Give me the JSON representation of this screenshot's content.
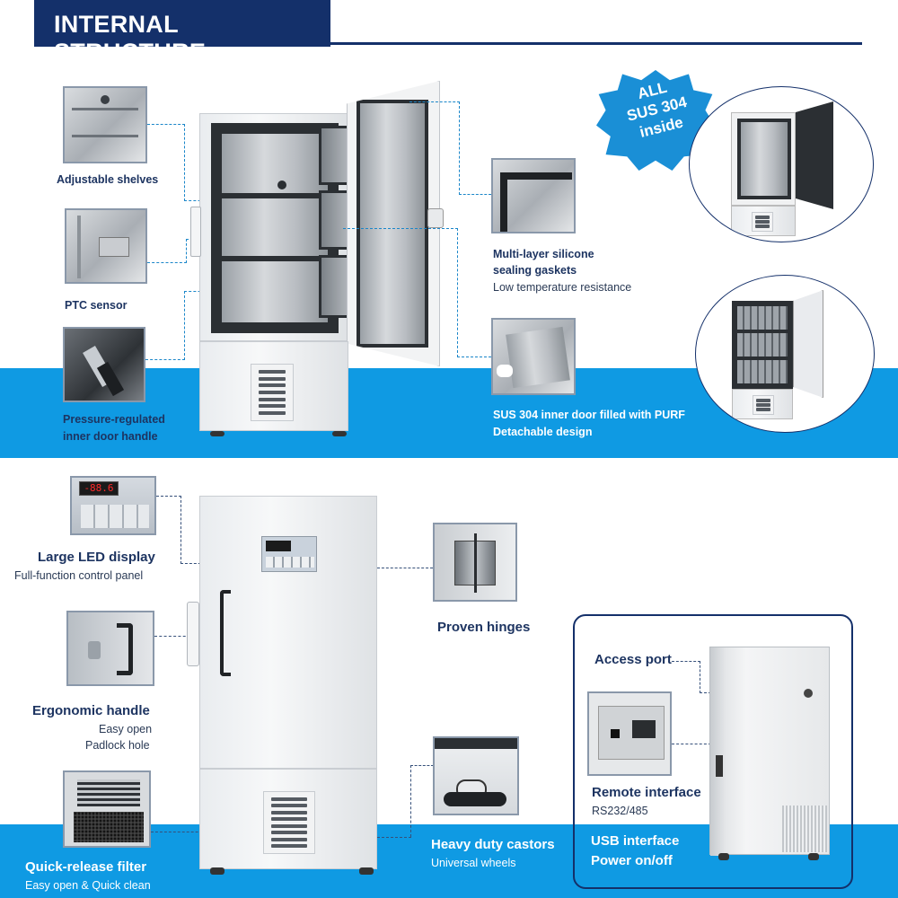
{
  "header": {
    "title": "INTERNAL STRUCTURE"
  },
  "badge": {
    "lines": [
      "ALL",
      "SUS 304",
      "inside"
    ]
  },
  "top_left": {
    "shelves": "Adjustable shelves",
    "ptc": "PTC sensor",
    "handle_l1": "Pressure-regulated",
    "handle_l2": "inner door handle"
  },
  "top_right": {
    "gasket_l1": "Multi-layer silicone",
    "gasket_l2": "sealing gaskets",
    "gasket_sub": "Low temperature resistance",
    "door_l1": "SUS 304  inner door filled with PURF",
    "door_l2": "Detachable design"
  },
  "display_panel": {
    "readout": "-88.6"
  },
  "bottom_left": {
    "led": "Large LED display",
    "led_sub": "Full-function control panel",
    "ergo": "Ergonomic handle",
    "ergo_s1": "Easy open",
    "ergo_s2": "Padlock hole",
    "filter": "Quick-release filter",
    "filter_sub": "Easy open & Quick clean"
  },
  "bottom_mid": {
    "hinges": "Proven hinges",
    "castors": "Heavy duty castors",
    "castors_sub": "Universal wheels"
  },
  "rear_box": {
    "access": "Access port",
    "remote": "Remote interface",
    "remote_sub": "RS232/485",
    "usb": "USB interface",
    "power": "Power on/off"
  },
  "colors": {
    "navy": "#14306a",
    "band_blue": "#0f9ae3",
    "dash_blue": "#1a86c9"
  }
}
